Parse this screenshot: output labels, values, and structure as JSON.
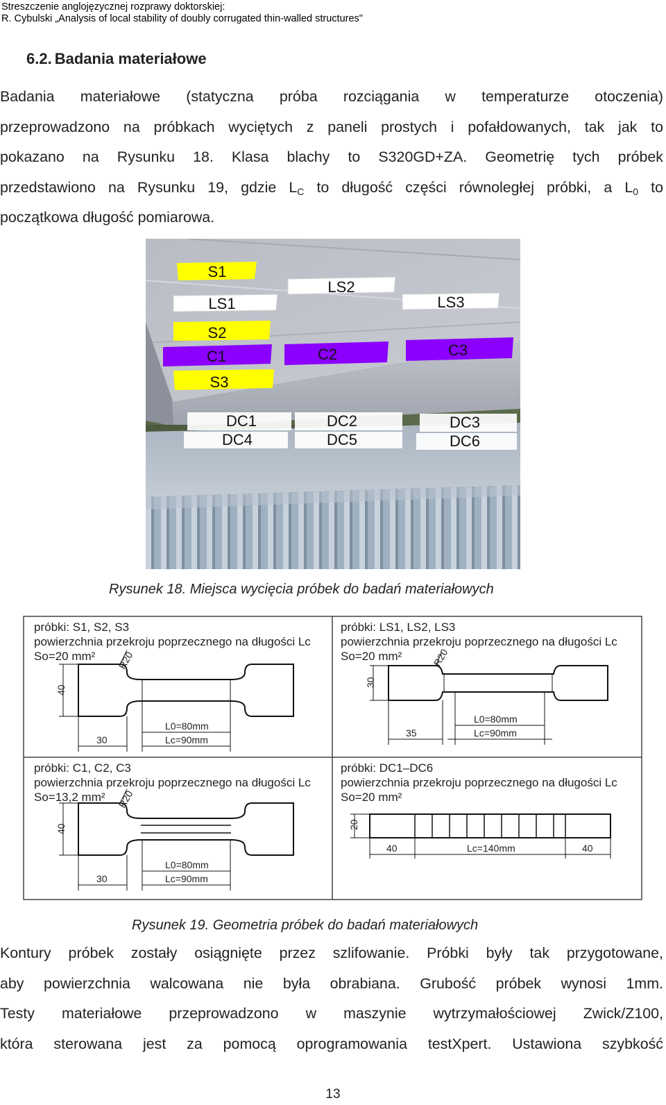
{
  "header": {
    "line1": "Streszczenie anglojęzycznej rozprawy doktorskiej:",
    "line2": "R. Cybulski „Analysis of local stability of doubly corrugated thin-walled structures\""
  },
  "section": {
    "number": "6.2.",
    "title": "Badania materiałowe"
  },
  "para1": {
    "l1": "Badania materiałowe (statyczna próba rozciągania w temperaturze otoczenia)",
    "l2": "przeprowadzono na próbkach wyciętych z paneli prostych i pofałdowanych, tak jak to",
    "l3": "pokazano na Rysunku 18. Klasa blachy to S320GD+ZA. Geometrię tych próbek",
    "l4a": "przedstawiono na Rysunku 19, gdzie L",
    "l4sub1": "C",
    "l4b": " to długość części równoległej próbki, a L",
    "l4sub2": "0",
    "l4c": " to",
    "l5": "początkowa długość pomiarowa."
  },
  "photo_labels": {
    "s1": "S1",
    "s2": "S2",
    "s3": "S3",
    "ls1": "LS1",
    "ls2": "LS2",
    "ls3": "LS3",
    "c1": "C1",
    "c2": "C2",
    "c3": "C3",
    "dc1": "DC1",
    "dc2": "DC2",
    "dc3": "DC3",
    "dc4": "DC4",
    "dc5": "DC5",
    "dc6": "DC6"
  },
  "caption18": "Rysunek 18. Miejsca wycięcia próbek do badań materiałowych",
  "panels": [
    {
      "specimens": "próbki: S1, S2, S3",
      "area_label": "powierzchnia przekroju poprzecznego na długości Lc",
      "area": "So=20 mm²",
      "radius": "R20",
      "width": "40",
      "grip": "30",
      "l0": "L0=80mm",
      "lc": "Lc=90mm"
    },
    {
      "specimens": "próbki: LS1, LS2, LS3",
      "area_label": "powierzchnia przekroju poprzecznego na długości Lc",
      "area": "So=20 mm²",
      "radius": "R20",
      "width": "30",
      "grip": "35",
      "l0": "L0=80mm",
      "lc": "Lc=90mm"
    },
    {
      "specimens": "próbki: C1, C2, C3",
      "area_label": "powierzchnia przekroju poprzecznego na długości Lc",
      "area": "So=13,2 mm²",
      "radius": "R20",
      "width": "40",
      "grip": "30",
      "l0": "L0=80mm",
      "lc": "Lc=90mm"
    },
    {
      "specimens": "próbki: DC1–DC6",
      "area_label": "powierzchnia przekroju poprzecznego na długości Lc",
      "area": "So=20 mm²",
      "width": "20",
      "grip_left": "40",
      "grip_right": "40",
      "lc": "Lc=140mm"
    }
  ],
  "caption19": "Rysunek 19. Geometria próbek do badań materiałowych",
  "para2": {
    "l1": "Kontury próbek zostały osiągnięte przez szlifowanie. Próbki były tak przygotowane,",
    "l2": "aby powierzchnia walcowana nie była obrabiana. Grubość próbek wynosi 1mm.",
    "l3": "Testy materiałowe przeprowadzono w maszynie wytrzymałościowej Zwick/Z100,",
    "l4": "która sterowana jest za pomocą oprogramowania testXpert. Ustawiona szybkość"
  },
  "page_number": "13"
}
